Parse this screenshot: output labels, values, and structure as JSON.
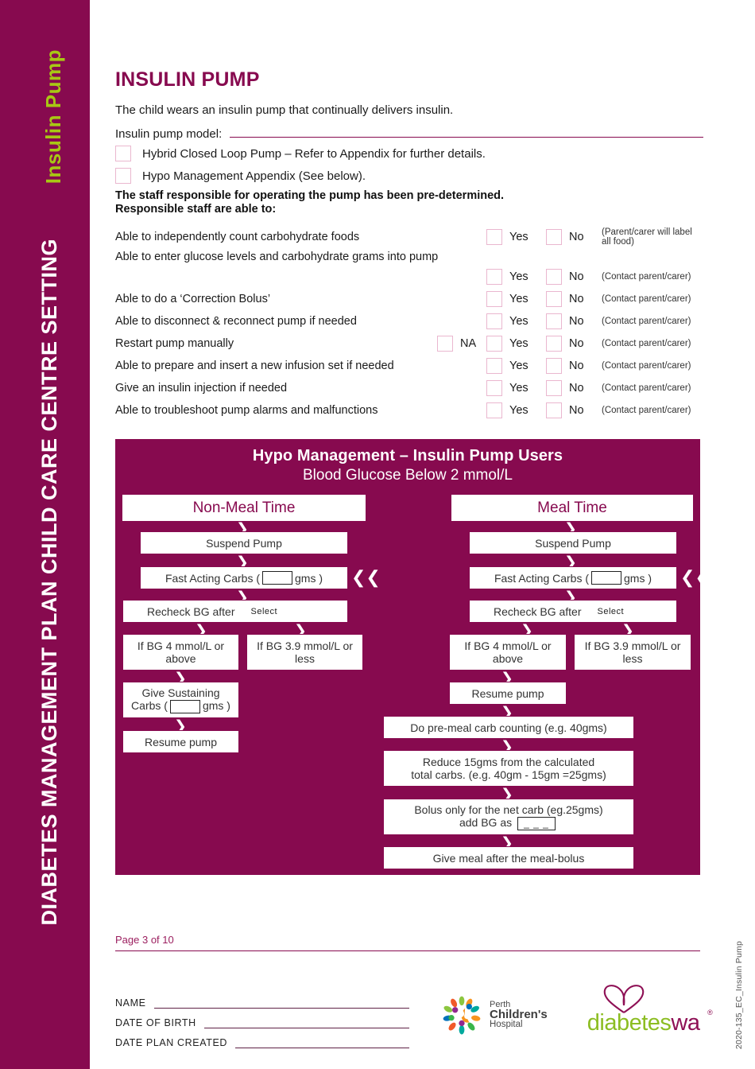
{
  "sidebar": {
    "section_label": "Insulin Pump",
    "doc_label": "DIABETES MANAGEMENT PLAN   CHILD CARE CENTRE SETTING"
  },
  "right_margin_code": "2020-135_EC_Insulin Pump",
  "header": {
    "title": "INSULIN PUMP",
    "intro": "The child wears an insulin pump that continually delivers insulin.",
    "model_label": "Insulin pump model:",
    "checkbox_options": [
      "Hybrid Closed Loop Pump – Refer to Appendix for further details.",
      "Hypo Management Appendix (See below)."
    ],
    "statement_line1": "The staff responsible for operating the pump has been pre-determined.",
    "statement_line2": "Responsible staff are able to:"
  },
  "checklist": {
    "yes_label": "Yes",
    "no_label": "No",
    "na_label": "NA",
    "rows": [
      {
        "task": "Able to independently count carbohydrate foods",
        "has_na": false,
        "note": "(Parent/carer will label all food)",
        "wrapped": false
      },
      {
        "task": "Able to enter glucose levels and carbohydrate grams into pump",
        "has_na": false,
        "note": "(Contact parent/carer)",
        "wrapped": true
      },
      {
        "task": "Able to do a ‘Correction Bolus’",
        "has_na": false,
        "note": "(Contact parent/carer)",
        "wrapped": false
      },
      {
        "task": "Able to disconnect & reconnect pump if needed",
        "has_na": false,
        "note": "(Contact parent/carer)",
        "wrapped": false
      },
      {
        "task": "Restart pump manually",
        "has_na": true,
        "note": "(Contact parent/carer)",
        "wrapped": false
      },
      {
        "task": "Able to prepare and insert a new infusion set if needed",
        "has_na": false,
        "note": "(Contact parent/carer)",
        "wrapped": false
      },
      {
        "task": "Give an insulin injection if needed",
        "has_na": false,
        "note": "(Contact parent/carer)",
        "wrapped": false
      },
      {
        "task": "Able to troubleshoot pump alarms and malfunctions",
        "has_na": false,
        "note": "(Contact parent/carer)",
        "wrapped": false
      }
    ]
  },
  "flowchart": {
    "title": "Hypo Management – Insulin Pump Users",
    "subtitle": "Blood Glucose Below 2 mmol/L",
    "select_label": "Select",
    "dashes_value": "_ _ _",
    "left_column": {
      "heading": "Non-Meal Time",
      "suspend": "Suspend Pump",
      "fast_carbs_pre": "Fast Acting Carbs (",
      "fast_carbs_post": "gms )",
      "recheck": "Recheck BG after",
      "branch_high": "If BG 4 mmol/L or above",
      "branch_low": "If BG 3.9 mmol/L or less",
      "sustaining_pre": "Give Sustaining",
      "sustaining_mid": "Carbs (",
      "sustaining_post": "gms )",
      "resume": "Resume pump"
    },
    "right_column": {
      "heading": "Meal Time",
      "suspend": "Suspend Pump",
      "fast_carbs_pre": "Fast Acting Carbs (",
      "fast_carbs_post": "gms )",
      "recheck": "Recheck BG after",
      "branch_high": "If BG 4 mmol/L or above",
      "branch_low": "If BG 3.9 mmol/L or less",
      "resume": "Resume pump",
      "step_carb_count": "Do pre-meal carb counting (e.g. 40gms)",
      "step_reduce_l1": "Reduce 15gms from the calculated",
      "step_reduce_l2": "total carbs. (e.g. 40gm - 15gm =25gms)",
      "step_bolus_l1": "Bolus only for the net carb (eg.25gms)",
      "step_bolus_l2_pre": "add BG as",
      "step_give_meal": "Give meal after the meal-bolus"
    }
  },
  "footer": {
    "page_number": "Page 3 of 10",
    "fields": [
      {
        "label": "NAME"
      },
      {
        "label": "DATE OF BIRTH"
      },
      {
        "label": "DATE PLAN CREATED"
      }
    ],
    "logos": {
      "pch_line1": "Perth",
      "pch_line2": "Children's",
      "pch_line3": "Hospital",
      "dwa_part1": "diabetes",
      "dwa_part2": "wa",
      "dwa_reg": "®"
    }
  },
  "colors": {
    "brand_magenta": "#870a4f",
    "brand_green": "#a8c814",
    "checkbox_border": "#eab7cf",
    "dwa_green": "#8cbd22"
  }
}
